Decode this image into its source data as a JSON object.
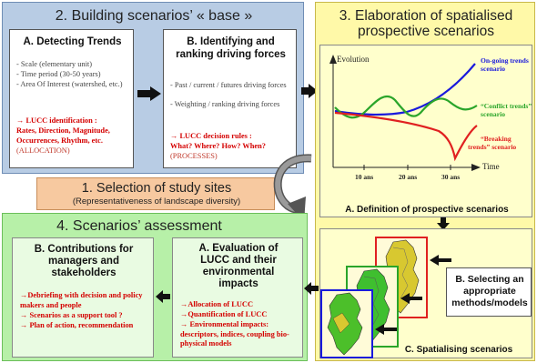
{
  "panel2": {
    "title": "2. Building scenarios’ « base »",
    "boxA": {
      "title": "A. Detecting Trends",
      "items": [
        "- Scale (elementary unit)",
        "- Time period (30-50 years)",
        "- Area Of Interest (watershed, etc.)"
      ],
      "red_lines": [
        "→ LUCC identification :",
        "Rates, Direction, Magnitude,",
        "Occurrences, Rhythm, etc."
      ],
      "tag": "(ALLOCATION)"
    },
    "boxB": {
      "title_lines": [
        "B. Identifying and",
        "ranking driving forces"
      ],
      "items": [
        "- Past / current / futures driving forces",
        "- Weighting / ranking driving forces"
      ],
      "red_lines": [
        "→ LUCC decision rules :",
        "What? Where? How? When?"
      ],
      "tag": "(PROCESSES)"
    }
  },
  "panel3": {
    "title_lines": [
      "3. Elaboration of spatialised",
      "prospective scenarios"
    ],
    "chart": {
      "ylabel": "Evolution",
      "xlabel": "Time",
      "ticks": [
        "10 ans",
        "20 ans",
        "30 ans"
      ],
      "series_labels": {
        "ongoing": [
          "On-going trends",
          "scenario"
        ],
        "conflict": [
          "“Conflict trends”",
          "scenario"
        ],
        "breaking": [
          "“Breaking",
          "trends” scenario"
        ]
      },
      "colors": {
        "ongoing": "#1a1adc",
        "conflict": "#2aa52a",
        "breaking": "#e02020"
      }
    },
    "def_label": "A. Definition of prospective scenarios",
    "select_lines": [
      "B. Selecting an",
      "appropriate",
      "methods/models"
    ],
    "spatial_label": "C. Spatialising scenarios"
  },
  "panel1": {
    "title": "1. Selection of study sites",
    "subtitle": "(Representativeness of landscape diversity)"
  },
  "panel4": {
    "title": "4. Scenarios’ assessment",
    "boxB": {
      "title_lines": [
        "B. Contributions for",
        "managers and",
        "stakeholders"
      ],
      "items": [
        "→Debriefing with decision and policy makers and people",
        "→ Scenarios as a support tool ?",
        "→ Plan of action, recommendation"
      ]
    },
    "boxA": {
      "title_lines": [
        "A. Evaluation of",
        "LUCC and their",
        "environmental",
        "impacts"
      ],
      "items": [
        "→Allocation of LUCC",
        "→Quantification of LUCC",
        "→ Environmental impacts: descriptors, indices, coupling bio-physical models"
      ]
    }
  }
}
